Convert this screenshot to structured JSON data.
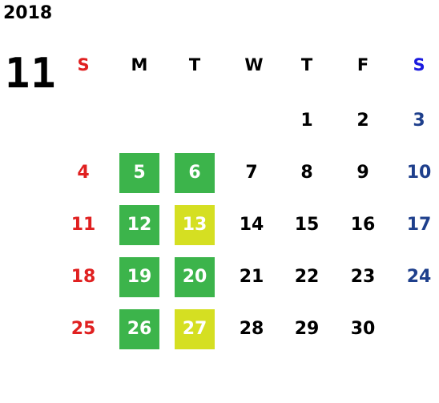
{
  "year": "2018",
  "month": "11",
  "weekdays": [
    "S",
    "M",
    "T",
    "W",
    "T",
    "F",
    "S"
  ],
  "weeks": [
    [
      {
        "day": "",
        "mark": ""
      },
      {
        "day": "",
        "mark": ""
      },
      {
        "day": "",
        "mark": ""
      },
      {
        "day": "",
        "mark": ""
      },
      {
        "day": "1",
        "mark": ""
      },
      {
        "day": "2",
        "mark": ""
      },
      {
        "day": "3",
        "mark": ""
      }
    ],
    [
      {
        "day": "4",
        "mark": ""
      },
      {
        "day": "5",
        "mark": "green"
      },
      {
        "day": "6",
        "mark": "green"
      },
      {
        "day": "7",
        "mark": ""
      },
      {
        "day": "8",
        "mark": ""
      },
      {
        "day": "9",
        "mark": ""
      },
      {
        "day": "10",
        "mark": ""
      }
    ],
    [
      {
        "day": "11",
        "mark": ""
      },
      {
        "day": "12",
        "mark": "green"
      },
      {
        "day": "13",
        "mark": "yellow"
      },
      {
        "day": "14",
        "mark": ""
      },
      {
        "day": "15",
        "mark": ""
      },
      {
        "day": "16",
        "mark": ""
      },
      {
        "day": "17",
        "mark": ""
      }
    ],
    [
      {
        "day": "18",
        "mark": ""
      },
      {
        "day": "19",
        "mark": "green"
      },
      {
        "day": "20",
        "mark": "green"
      },
      {
        "day": "21",
        "mark": ""
      },
      {
        "day": "22",
        "mark": ""
      },
      {
        "day": "23",
        "mark": ""
      },
      {
        "day": "24",
        "mark": ""
      }
    ],
    [
      {
        "day": "25",
        "mark": ""
      },
      {
        "day": "26",
        "mark": "green"
      },
      {
        "day": "27",
        "mark": "yellow"
      },
      {
        "day": "28",
        "mark": ""
      },
      {
        "day": "29",
        "mark": ""
      },
      {
        "day": "30",
        "mark": ""
      },
      {
        "day": "",
        "mark": ""
      }
    ]
  ],
  "colors": {
    "sunday": "#e02020",
    "saturday": "#1e3f8c",
    "saturday_header": "#1a1adf",
    "green_mark": "#3cb44b",
    "yellow_mark": "#d5df22"
  }
}
